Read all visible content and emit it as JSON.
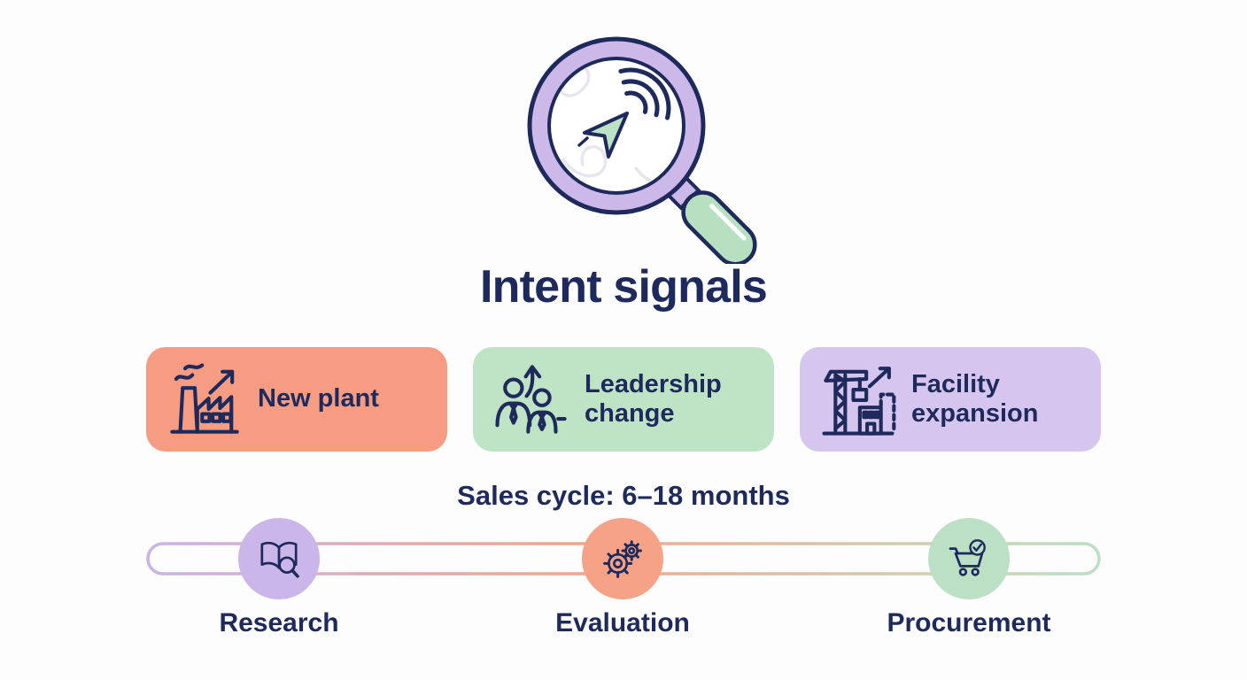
{
  "canvas": {
    "background": "#FDFDFE"
  },
  "colors": {
    "navy": "#1F2A5C",
    "lens_ring": "#CDB9E9",
    "handle_green": "#B7E0C0",
    "cursor_green": "#BCE3C6",
    "squiggle_gray": "#E7E6EE"
  },
  "hero": {
    "illustration": "magnifier-cursor-signal",
    "title": "Intent signals"
  },
  "signal_cards": [
    {
      "id": "new-plant",
      "icon": "factory-growth-icon",
      "label": "New plant",
      "bg": "#F59C83"
    },
    {
      "id": "leadership-change",
      "icon": "leadership-change-icon",
      "label": "Leadership change",
      "bg": "#BFE3C5"
    },
    {
      "id": "facility-expansion",
      "icon": "crane-expansion-icon",
      "label": "Facility expansion",
      "bg": "#D6C6EF"
    }
  ],
  "sales_cycle_label": "Sales cycle: 6–18 months",
  "timeline": {
    "track_gradient": [
      "#C9B3E7",
      "#F1A58B",
      "#D8C4A8",
      "#BBDFC3"
    ],
    "stages": [
      {
        "id": "research",
        "icon": "book-magnifier-icon",
        "label": "Research",
        "bg": "#CBB6EA"
      },
      {
        "id": "evaluation",
        "icon": "gears-icon",
        "label": "Evaluation",
        "bg": "#F5A287"
      },
      {
        "id": "procurement",
        "icon": "cart-check-icon",
        "label": "Procurement",
        "bg": "#BCE0C4"
      }
    ]
  }
}
